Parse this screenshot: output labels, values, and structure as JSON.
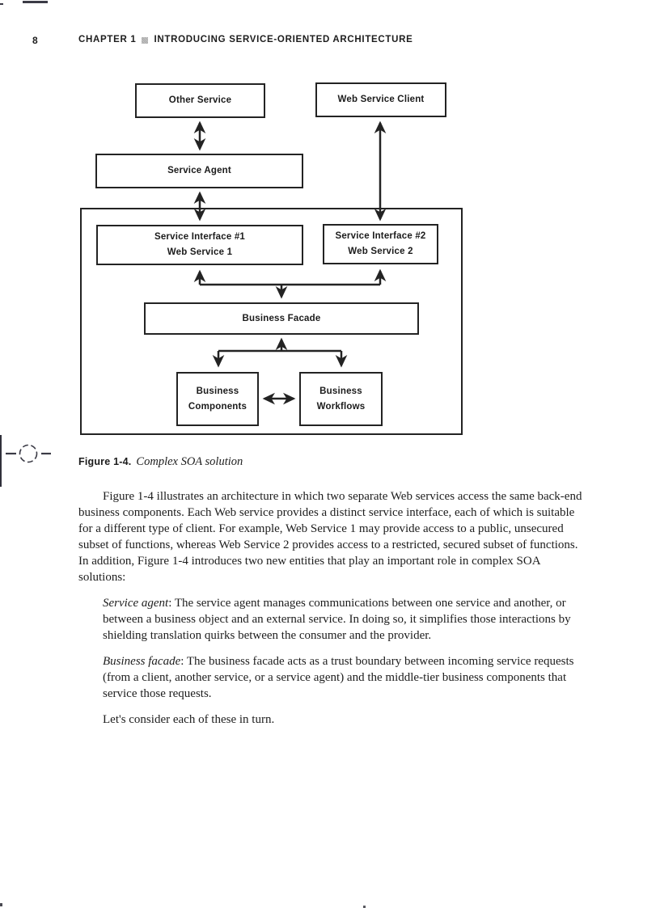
{
  "header": {
    "page_number": "8",
    "chapter_label": "CHAPTER 1",
    "chapter_title": "INTRODUCING SERVICE-ORIENTED ARCHITECTURE",
    "separator_icon": "shaded-square"
  },
  "figure": {
    "caption_label": "Figure 1-4.",
    "caption_title": "Complex SOA solution",
    "nodes": {
      "other_service": "Other Service",
      "web_service_client": "Web Service Client",
      "service_agent": "Service Agent",
      "service_interface_1": "Service Interface #1\nWeb Service 1",
      "service_interface_2": "Service Interface #2\nWeb Service 2",
      "business_facade": "Business Facade",
      "business_components": "Business\nComponents",
      "business_workflows": "Business\nWorkflows"
    }
  },
  "body": {
    "para1": "Figure 1-4 illustrates an architecture in which two separate Web services access the same back-end business components. Each Web service provides a distinct service interface, each of which is suitable for a different type of client. For example, Web Service 1 may provide access to a public, unsecured subset of functions, whereas Web Service 2 provides access to a restricted, secured subset of functions. In addition, Figure 1-4 introduces two new entities that play an important role in complex SOA solutions:",
    "para2_lead": "Service agent",
    "para2_rest": ": The service agent manages communications between one service and another, or between a business object and an external service. In doing so, it simplifies those interactions by shielding translation quirks between the consumer and the provider.",
    "para3_lead": "Business facade",
    "para3_rest": ": The business facade acts as a trust boundary between incoming service requests (from a client, another service, or a service agent) and the middle-tier business components that service those requests.",
    "para4": "Let's consider each of these in turn."
  },
  "colors": {
    "ink": "#1d1d1d",
    "diagram_line": "#232323",
    "separator_gray": "#b4b4b4",
    "page_background": "#ffffff"
  }
}
